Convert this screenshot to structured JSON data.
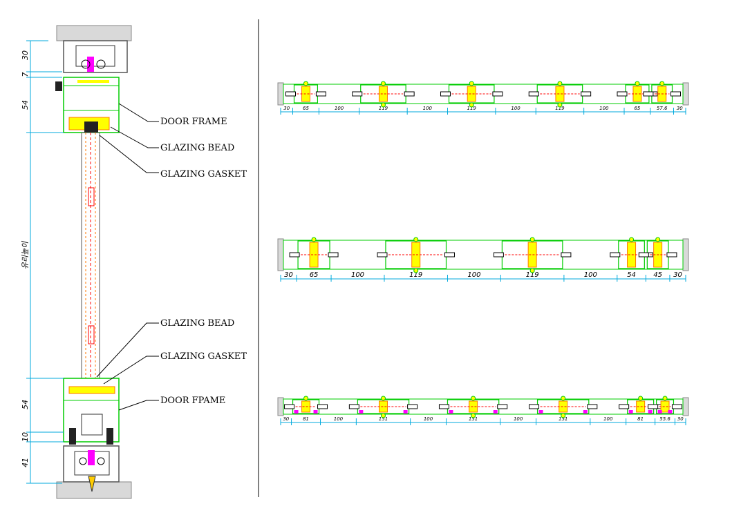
{
  "colors": {
    "frame": "#00cc00",
    "dimension": "#00aadd",
    "glass_fill": "#ffff00",
    "gasket": "#ff7700",
    "glass_core": "#ff0000",
    "roller": "#ff00ff",
    "concrete": "#cccccc",
    "leader": "#000000"
  },
  "section_view": {
    "vertical_label": "유리높이",
    "dimensions": [
      "30",
      "7",
      "54",
      "54",
      "10",
      "41"
    ],
    "callouts": [
      "DOOR FRAME",
      "GLAZING BEAD",
      "GLAZING GASKET",
      "GLAZING BEAD",
      "GLAZING GASKET",
      "DOOR FPAME"
    ]
  },
  "plan_views": [
    {
      "dimensions": [
        "30",
        "65",
        "100",
        "119",
        "100",
        "119",
        "100",
        "119",
        "100",
        "65",
        "57.6",
        "30"
      ]
    },
    {
      "dimensions": [
        "30",
        "65",
        "100",
        "119",
        "100",
        "119",
        "100",
        "54",
        "45",
        "30"
      ]
    },
    {
      "dimensions": [
        "30",
        "81",
        "100",
        "151",
        "100",
        "151",
        "100",
        "151",
        "100",
        "81",
        "55.6",
        "30"
      ]
    }
  ]
}
